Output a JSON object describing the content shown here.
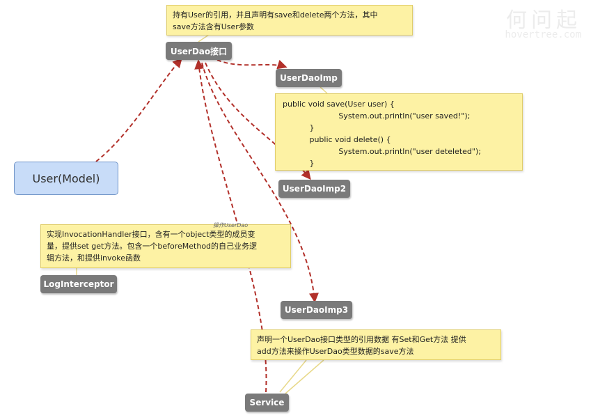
{
  "watermark": {
    "cn": "何问起",
    "en": "hovertree.com"
  },
  "nodes": {
    "user_model": "User(Model)",
    "userdao": "UserDao接口",
    "userdaoimp": "UserDaoImp",
    "userdaoimp2": "UserDaoImp2",
    "userdaoimp3": "UserDaoImp3",
    "loginterceptor": "LogInterceptor",
    "service": "Service"
  },
  "notes": {
    "userdao_note": [
      "持有User的引用，并且声明有save和delete两个方法，其中",
      "save方法含有User参数"
    ],
    "code_note": [
      "public void save(User user) {",
      "                       System.out.println(\"user saved!\");",
      "           }",
      "           public void delete() {",
      "                       System.out.println(\"user deteleted\");",
      "           }"
    ],
    "interceptor_note": [
      "实现InvocationHandler接口，含有一个object类型的成员变",
      "量，提供set get方法。包含一个beforeMethod的自己业务逻",
      "辑方法，和提供invoke函数"
    ],
    "service_note": [
      "声明一个UserDao接口类型的引用数据 有Set和Get方法 提供",
      "add方法来操作UserDao类型数据的save方法"
    ]
  },
  "edge_labels": {
    "operate_userdao": "操作UserDao"
  },
  "colors": {
    "arrow": "#b2302a",
    "node": "#7a7a7a",
    "note": "#fdf2a4",
    "model": "#c8dcf8"
  }
}
